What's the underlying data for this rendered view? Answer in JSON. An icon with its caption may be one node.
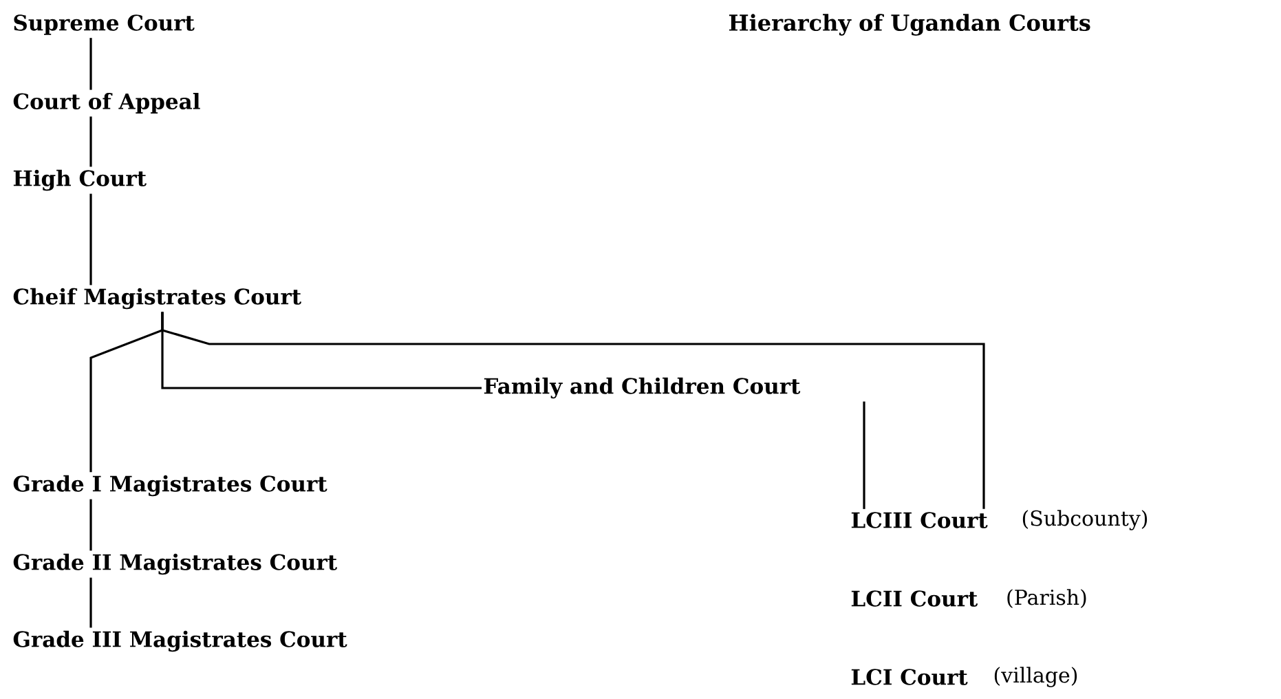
{
  "diagram": {
    "title": "Hierarchy of Ugandan Courts",
    "nodes": [
      {
        "text": [
          "Supreme Court"
        ]
      },
      {
        "text": [
          "Court of Appeal"
        ]
      },
      {
        "text": [
          "High Court"
        ]
      },
      {
        "text": [
          "Cheif Magistrates Court"
        ]
      },
      {
        "text": [
          "Family and Children Court"
        ]
      },
      {
        "text": [
          "Grade I Magistrates Court"
        ]
      },
      {
        "text": [
          "Grade II Magistrates Court"
        ]
      },
      {
        "text": [
          "Grade III Magistrates Court"
        ]
      },
      {
        "text": [
          "LCIII Court"
        ],
        "beside": [
          "(Subcounty)"
        ]
      },
      {
        "text": [
          "LCII Court"
        ],
        "beside": [
          "(Parish)"
        ]
      },
      {
        "text": [
          "LCI Court"
        ],
        "beside": [
          "(village)"
        ]
      }
    ],
    "edges": [
      {
        "from": 0,
        "to": 1,
        "arrow": "none"
      },
      {
        "from": 1,
        "to": 2,
        "arrow": "none"
      },
      {
        "from": 2,
        "to": 3,
        "arrow": "none"
      },
      {
        "from": 3,
        "to": 5,
        "arrow": "none"
      },
      {
        "from": 3,
        "to": 4,
        "arrow": "none"
      },
      {
        "from": 3,
        "to": 8,
        "arrow": "none"
      },
      {
        "from": 4,
        "to": 8,
        "arrow": "none"
      },
      {
        "from": 5,
        "to": 6,
        "arrow": "none"
      },
      {
        "from": 6,
        "to": 7,
        "arrow": "none"
      }
    ]
  }
}
